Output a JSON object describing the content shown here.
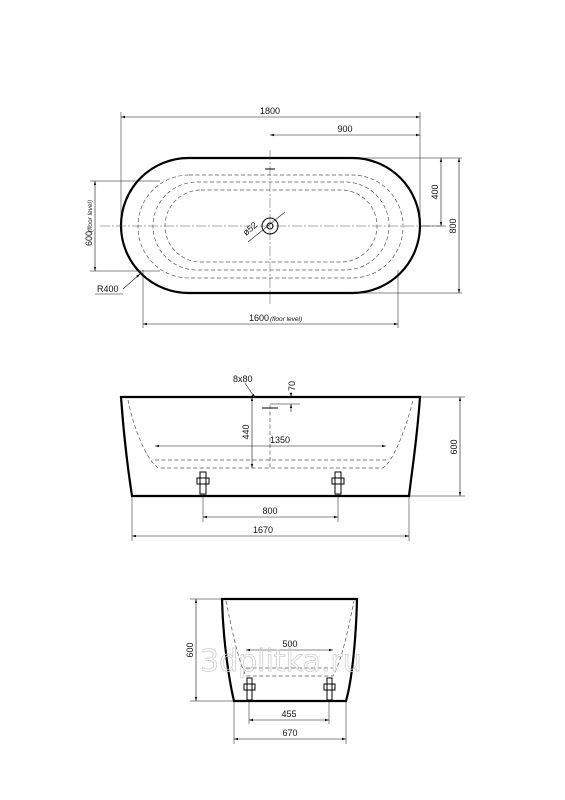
{
  "top_view": {
    "overall_length": "1800",
    "half_length": "900",
    "half_width": "400",
    "overall_width": "800",
    "floor_width_value": "600",
    "floor_width_note": "(floor level)",
    "floor_length_value": "1600",
    "floor_length_note": "(floor level)",
    "radius": "R400",
    "drain_diameter": "ø52"
  },
  "front_view": {
    "overflow": "8x80",
    "overflow_height": "70",
    "inner_depth": "440",
    "inner_length": "1350",
    "height": "600",
    "feet_spacing": "800",
    "base_length": "1670"
  },
  "side_view": {
    "height": "600",
    "inner_width": "500",
    "feet_spacing": "455",
    "base_width": "670"
  },
  "watermark": "3dplitka.ru"
}
